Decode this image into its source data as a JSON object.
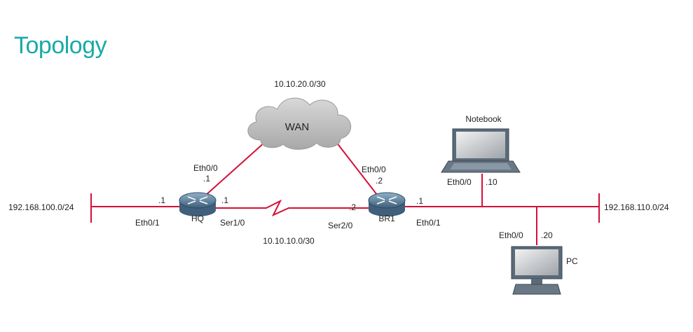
{
  "title": "Topology",
  "colors": {
    "title": "#1aaaa8",
    "link": "#d4103a",
    "router_body": "#5a7d9a",
    "cloud": "#c8c8c8"
  },
  "wan": {
    "label": "WAN",
    "subnet": "10.10.20.0/30"
  },
  "hq": {
    "name": "HQ",
    "wan_if": "Eth0/0",
    "wan_host": ".1",
    "lan_host": ".1",
    "lan_if": "Eth0/1",
    "serial_host": ".1",
    "serial_if": "Ser1/0",
    "lan_subnet": "192.168.100.0/24"
  },
  "br1": {
    "name": "BR1",
    "wan_if": "Eth0/0",
    "wan_host": ".2",
    "serial_host": ".2",
    "serial_if": "Ser2/0",
    "lan_host": ".1",
    "lan_if": "Eth0/1",
    "lan_subnet": "192.168.110.0/24"
  },
  "serial_link": {
    "subnet": "10.10.10.0/30"
  },
  "notebook": {
    "name": "Notebook",
    "if": "Eth0/0",
    "host": ".10"
  },
  "pc": {
    "name": "PC",
    "if": "Eth0/0",
    "host": ".20"
  }
}
